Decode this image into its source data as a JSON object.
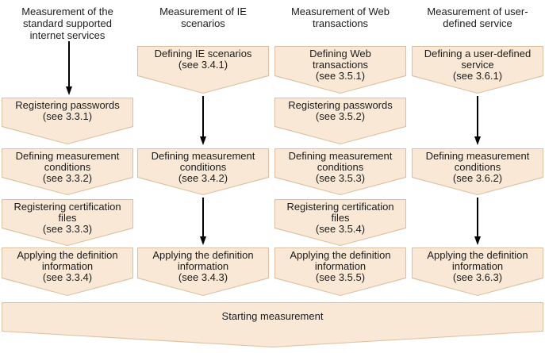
{
  "colors": {
    "background": "#ffffff",
    "box_fill": "#f9e8d5",
    "box_border": "#dcc0a0",
    "arrow": "#000000",
    "text": "#1c1c1c"
  },
  "columns": [
    {
      "header": "Measurement of the\nstandard supported\ninternet services",
      "boxes": [
        {
          "text": "Registering passwords\n(see 3.3.1)"
        },
        {
          "text": "Defining measurement\nconditions\n(see 3.3.2)"
        },
        {
          "text": "Registering certification\nfiles\n(see 3.3.3)"
        },
        {
          "text": "Applying the definition\ninformation\n(see 3.3.4)"
        }
      ]
    },
    {
      "header": "Measurement of IE\nscenarios",
      "boxes": [
        {
          "text": "Defining IE scenarios\n(see 3.4.1)"
        },
        {
          "text": "Defining measurement\nconditions\n(see 3.4.2)"
        },
        {
          "text": "Applying the definition\ninformation\n(see 3.4.3)"
        }
      ]
    },
    {
      "header": "Measurement of Web\ntransactions",
      "boxes": [
        {
          "text": "Defining Web\ntransactions\n(see 3.5.1)"
        },
        {
          "text": "Registering passwords\n(see 3.5.2)"
        },
        {
          "text": "Defining measurement\nconditions\n(see 3.5.3)"
        },
        {
          "text": "Registering certification\nfiles\n(see 3.5.4)"
        },
        {
          "text": "Applying the definition\ninformation\n(see 3.5.5)"
        }
      ]
    },
    {
      "header": "Measurement of user-\ndefined service",
      "boxes": [
        {
          "text": "Defining a user-defined\nservice\n(see 3.6.1)"
        },
        {
          "text": "Defining measurement\nconditions\n(see 3.6.2)"
        },
        {
          "text": "Applying the definition\ninformation\n(see 3.6.3)"
        }
      ]
    }
  ],
  "footer": {
    "text": "Starting measurement"
  }
}
